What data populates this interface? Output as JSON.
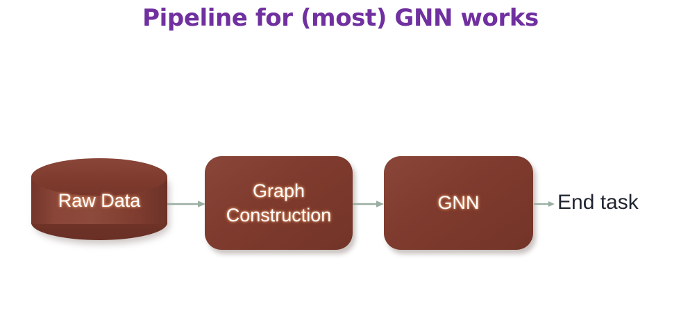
{
  "slide": {
    "title": "Pipeline for (most) GNN works",
    "title_color": "#7030A0",
    "background_color": "#FFFFFF"
  },
  "pipeline": {
    "shape_fill_color": "#7E3A2E",
    "shape_text_color": "#FFFFFF",
    "connector_color": "#9AAEA2",
    "stages": [
      {
        "id": "raw-data",
        "label": "Raw Data",
        "shape": "cylinder"
      },
      {
        "id": "graph-construction",
        "label": "Graph\nConstruction",
        "shape": "rounded-rectangle"
      },
      {
        "id": "gnn",
        "label": "GNN",
        "shape": "rounded-rectangle"
      },
      {
        "id": "end-task",
        "label": "End task",
        "shape": "text"
      }
    ],
    "connectors": [
      {
        "id": "arrow-1",
        "from": "raw-data",
        "to": "graph-construction"
      },
      {
        "id": "arrow-2",
        "from": "graph-construction",
        "to": "gnn"
      },
      {
        "id": "arrow-3",
        "from": "gnn",
        "to": "end-task"
      }
    ]
  }
}
